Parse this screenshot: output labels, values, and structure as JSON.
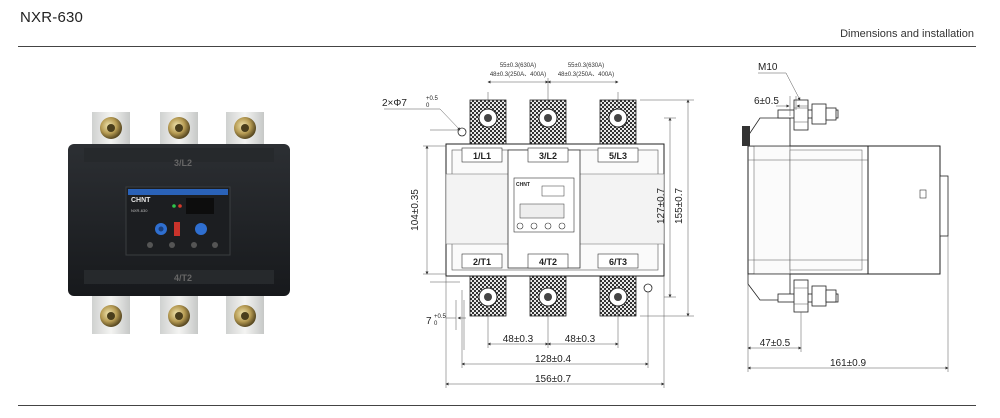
{
  "header": {
    "title": "NXR-630",
    "subtitle": "Dimensions and installation"
  },
  "photo": {
    "brand": "CHNT",
    "model": "NXR-630",
    "terminal_top_middle": "3/L2",
    "terminal_bottom_middle": "4/T2"
  },
  "front_view": {
    "top_note_left_1": "55±0.3(630A)",
    "top_note_left_2": "48±0.3(250A、400A)",
    "top_note_right_1": "55±0.3(630A)",
    "top_note_right_2": "48±0.3(250A、400A)",
    "hole_label": "2×Φ7",
    "hole_tol": "+0.5",
    "hole_tol_low": "0",
    "height_104": "104±0.35",
    "height_127": "127±0.7",
    "height_155": "155±0.7",
    "slot_label": "7",
    "slot_tol": "+0.5",
    "slot_tol_low": "0",
    "pitch_1": "48±0.3",
    "pitch_2": "48±0.3",
    "width_128": "128±0.4",
    "width_156": "156±0.7",
    "terminals_top": [
      "1/L1",
      "3/L2",
      "5/L3"
    ],
    "terminals_bottom": [
      "2/T1",
      "4/T2",
      "6/T3"
    ],
    "brand": "CHNT"
  },
  "side_view": {
    "bolt": "M10",
    "top_dim": "6±0.5",
    "depth_47": "47±0.5",
    "depth_161": "161±0.9"
  }
}
